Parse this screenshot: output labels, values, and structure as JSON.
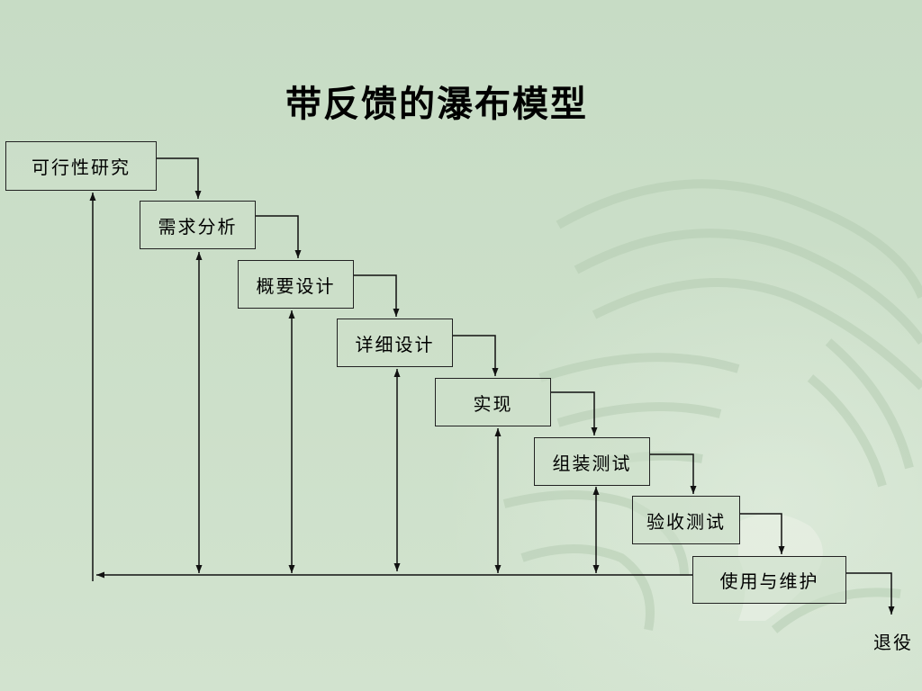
{
  "title": "带反馈的瀑布模型",
  "stages": [
    {
      "label": "可行性研究"
    },
    {
      "label": "需求分析"
    },
    {
      "label": "概要设计"
    },
    {
      "label": "详细设计"
    },
    {
      "label": "实现"
    },
    {
      "label": "组装测试"
    },
    {
      "label": "验收测试"
    },
    {
      "label": "使用与维护"
    }
  ],
  "end_label": "退役",
  "colors": {
    "background": "#c9ddc7",
    "line": "#111111",
    "text": "#000000"
  }
}
